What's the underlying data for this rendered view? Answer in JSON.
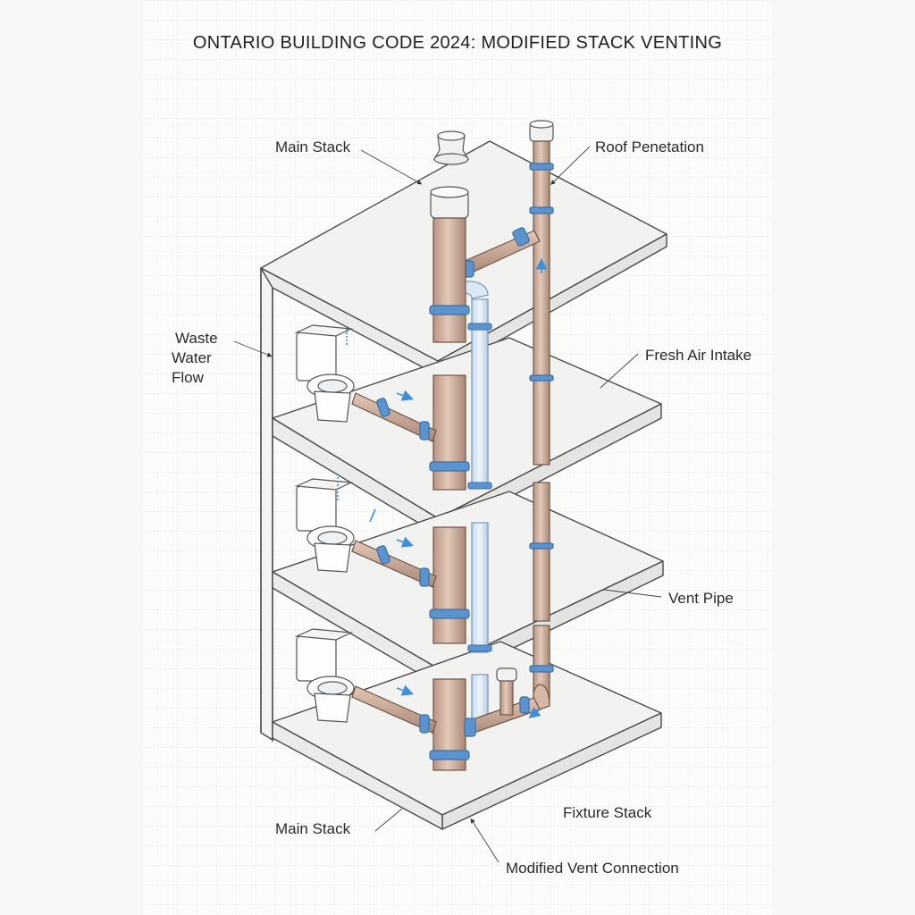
{
  "title": "ONTARIO BUILDING CODE 2024: MODIFIED STACK VENTING",
  "labels": {
    "main_stack_top": "Main Stack",
    "roof_penetration": "Roof Penetation",
    "waste_water_flow": [
      "Waste",
      "Water",
      "Flow"
    ],
    "fresh_air_intake": "Fresh Air Intake",
    "vent_pipe": "Vent Pipe",
    "main_stack_bottom": "Main Stack",
    "fixture_stack": "Fixture Stack",
    "modified_vent_connection": "Modified Vent Connection"
  },
  "colors": {
    "pipe_main": "#d7b8a6",
    "pipe_shadow": "#a98878",
    "pipe_vent": "#dbe9f6",
    "coupling": "#5b93cf",
    "arrow": "#3f8fd6",
    "slab": "#f3f3f2",
    "outline": "#4a4a4a",
    "background": "#f7f7f6"
  },
  "floors": 3,
  "icons": [
    "toilet-icon",
    "roof-vent-cap-icon",
    "flow-arrow-icon"
  ]
}
